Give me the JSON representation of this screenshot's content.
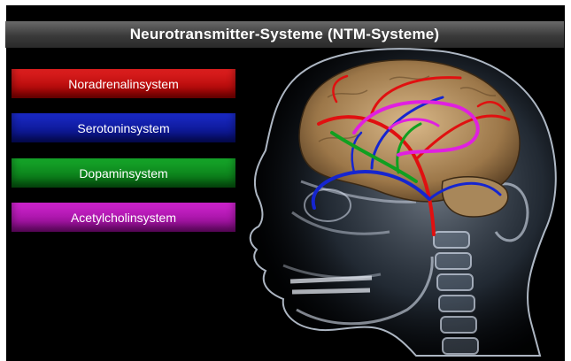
{
  "title": "Neurotransmitter-Systeme (NTM-Systeme)",
  "legend": [
    {
      "label": "Noradrenalinsystem",
      "color": "#c40000"
    },
    {
      "label": "Serotoninsystem",
      "color": "#0a1aa0"
    },
    {
      "label": "Dopaminsystem",
      "color": "#0a8a1a"
    },
    {
      "label": "Acetylcholinsystem",
      "color": "#b015b0"
    }
  ]
}
